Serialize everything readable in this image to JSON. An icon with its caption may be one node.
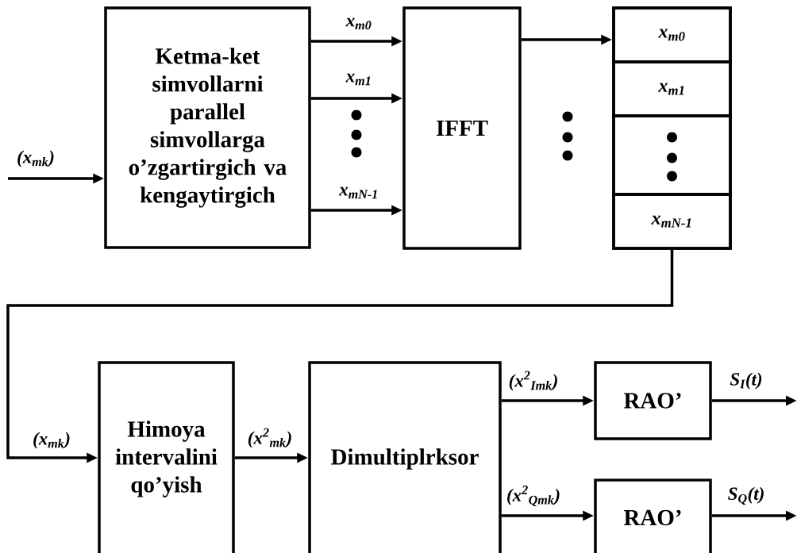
{
  "diagram": {
    "nodes": [
      {
        "text": [
          "Ketma-ket simvollarni parallel simvollarga o’zgartirgich va kengaytirgich"
        ]
      },
      {
        "text": [
          "IFFT"
        ]
      },
      {
        "text": [],
        "shape": "box"
      },
      {
        "text": [
          "x$_{m0}$"
        ],
        "in": 2
      },
      {
        "text": [
          "x$_{m1}$"
        ],
        "in": 2
      },
      {
        "text": [],
        "shape": "box",
        "in": 2
      },
      {
        "text": [
          "x$_{mN-1}$"
        ],
        "in": 2
      },
      {
        "text": [
          "Himoya intervalini qo’yish"
        ]
      },
      {
        "text": [
          "Dimultiplrksor"
        ]
      },
      {
        "text": [
          "RAO’"
        ]
      },
      {
        "text": [
          "RAO’"
        ]
      }
    ],
    "edges": [
      {
        "from": null,
        "to": 0,
        "arrow": "to",
        "label": "(x$_{mk}$)"
      },
      {
        "from": 0,
        "to": 1,
        "arrow": "to",
        "label": "x$_{m0}$"
      },
      {
        "from": 0,
        "to": 1,
        "arrow": "to",
        "label": "x$_{m1}$"
      },
      {
        "from": 0,
        "to": 1,
        "arrow": "to",
        "label": "x$_{mN-1}$"
      },
      {
        "from": 1,
        "to": 3,
        "arrow": "to"
      },
      {
        "from": 6,
        "to": 7,
        "arrow": "to",
        "label": "(x$_{mk}$)"
      },
      {
        "from": 7,
        "to": 8,
        "arrow": "to",
        "label": "(x$^{2}$$_{mk}$)"
      },
      {
        "from": 8,
        "to": 9,
        "arrow": "to",
        "label": "(x$^{2}$$_{Imk}$)"
      },
      {
        "from": 8,
        "to": 10,
        "arrow": "to",
        "label": "(x$^{2}$$_{Qmk}$)"
      },
      {
        "from": 9,
        "to": null,
        "arrow": "to",
        "label": "S$_{I}$(t)"
      },
      {
        "from": 10,
        "to": null,
        "arrow": "to",
        "label": "S$_{Q}$(t)"
      }
    ]
  }
}
